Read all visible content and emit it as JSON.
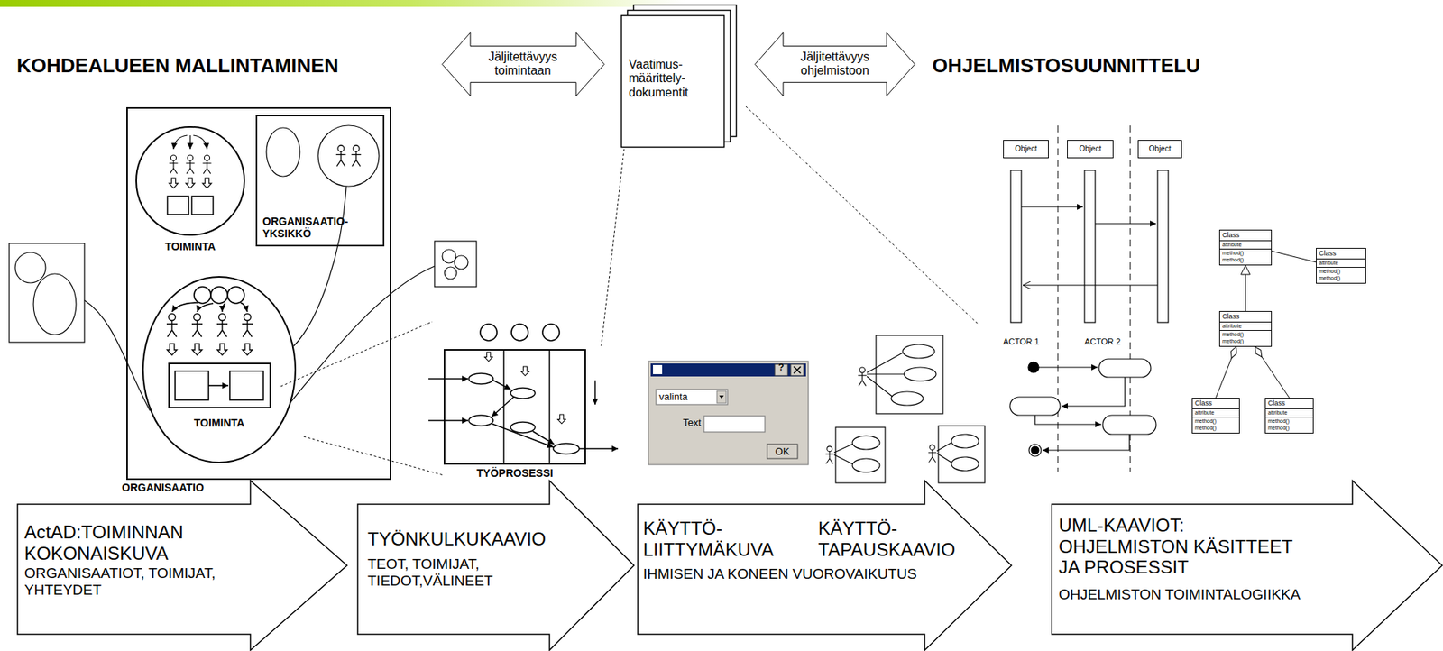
{
  "diagram": {
    "nodes": [
      {
        "text": [
          "Jäljitettävyys toimintaan"
        ]
      },
      {
        "text": [
          "Vaatimus- määrittely- dokumentit"
        ]
      },
      {
        "text": [
          "Jäljitettävyys ohjelmistoon"
        ]
      },
      {
        "text": [
          "ORGANISAATIO"
        ]
      },
      {
        "text": [
          "TOIMINTA"
        ],
        "in": 3
      },
      {
        "text": [
          "ORGANISAATIO- YKSIKKÖ"
        ],
        "in": 3
      },
      {
        "text": [
          "TOIMINTA"
        ],
        "in": 3
      },
      {
        "text": [
          "TYÖPROSESSI"
        ]
      },
      {
        "text": [
          "?",
          "valinta",
          "Text",
          "OK"
        ]
      },
      {
        "text": [
          "Object"
        ]
      },
      {
        "text": [
          "Object"
        ]
      },
      {
        "text": [
          "Object"
        ]
      },
      {
        "text": [
          "Class",
          "attribute",
          "method() method()"
        ]
      },
      {
        "text": [
          "Class",
          "attribute",
          "method() method()"
        ]
      },
      {
        "text": [
          "Class",
          "attribute",
          "method() method()"
        ]
      },
      {
        "text": [
          "Class",
          "attribute",
          "method() method()"
        ]
      },
      {
        "text": [
          "Class",
          "attribute",
          "method() method()"
        ]
      },
      {
        "text": [
          "ActAD:TOIMINNAN KOKONAISKUVA",
          "ORGANISAATIOT, TOIMIJAT, YHTEYDET"
        ]
      },
      {
        "text": [
          "TYÖNKULKUKAAVIO",
          "TEOT, TOIMIJAT, TIEDOT,VÄLINEET"
        ]
      },
      {
        "text": [
          "KÄYTTÖ- LIITTYMÄKUVA",
          "KÄYTTÖ- TAPAUSKAAVIO",
          "IHMISEN JA KONEEN VUOROVAIKUTUS"
        ]
      },
      {
        "text": [
          "UML-KAAVIOT: OHJELMISTON KÄSITTEET JA PROSESSIT",
          "OHJELMISTON TOIMINTALOGIIKKA"
        ]
      }
    ],
    "edges": [
      {
        "from": 12,
        "to": 13,
        "arrow": "none"
      },
      {
        "from": 14,
        "to": 12,
        "arrow": "to"
      },
      {
        "from": 15,
        "to": 14,
        "arrow": "to"
      },
      {
        "from": 16,
        "to": 14,
        "arrow": "to"
      }
    ],
    "labels": [
      "KOHDEALUEEN MALLINTAMINEN",
      "OHJELMISTOSUUNNITTELU",
      "ACTOR 1",
      "ACTOR 2"
    ]
  }
}
